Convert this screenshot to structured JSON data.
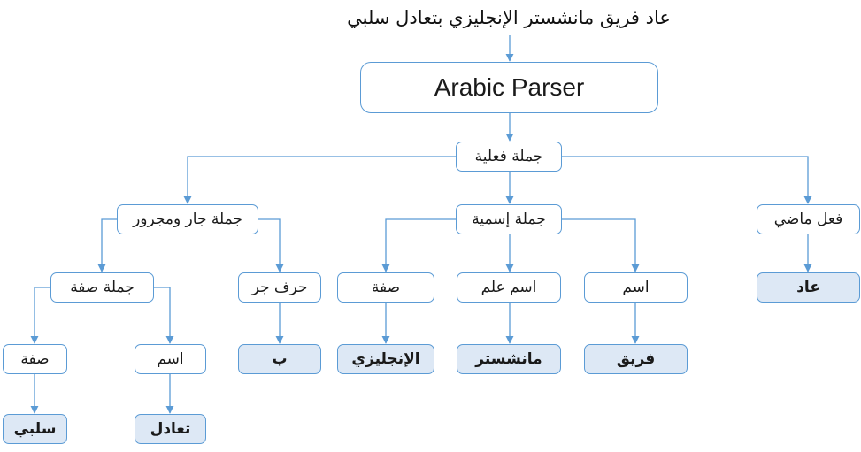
{
  "input_sentence": "عاد فريق مانشستر الإنجليزي بتعادل سلبي",
  "parser": {
    "label": "Arabic Parser"
  },
  "colors": {
    "edge": "#5b9bd5",
    "leaf_fill": "#dde8f5",
    "node_fill": "#ffffff"
  },
  "tree": {
    "verbal_sentence": "جملة فعلية",
    "prep_phrase": "جملة جار ومجرور",
    "nominal_sentence": "جملة إسمية",
    "past_verb": "فعل ماضي",
    "adj_phrase": "جملة صفة",
    "preposition": "حرف جر",
    "adjective": "صفة",
    "proper_noun": "اسم علم",
    "noun": "اسم",
    "adjective_2": "صفة",
    "noun_2": "اسم"
  },
  "leaves": {
    "verb": "عاد",
    "team": "فريق",
    "manchester": "مانشستر",
    "english": "الإنجليزي",
    "bi": "ب",
    "draw": "تعادل",
    "negative": "سلبي"
  }
}
